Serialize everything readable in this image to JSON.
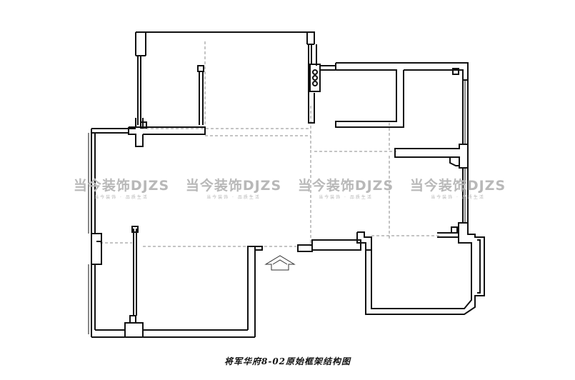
{
  "drawing": {
    "caption": "将军华府8-02原始框架结构图",
    "watermark": {
      "brand": "当今装饰DJZS",
      "tagline": "当今装饰 · 品质生活"
    }
  },
  "colors": {
    "wall": "#111111",
    "dashed_beam": "#8a8a8a",
    "watermark": "#b8b8b8"
  }
}
